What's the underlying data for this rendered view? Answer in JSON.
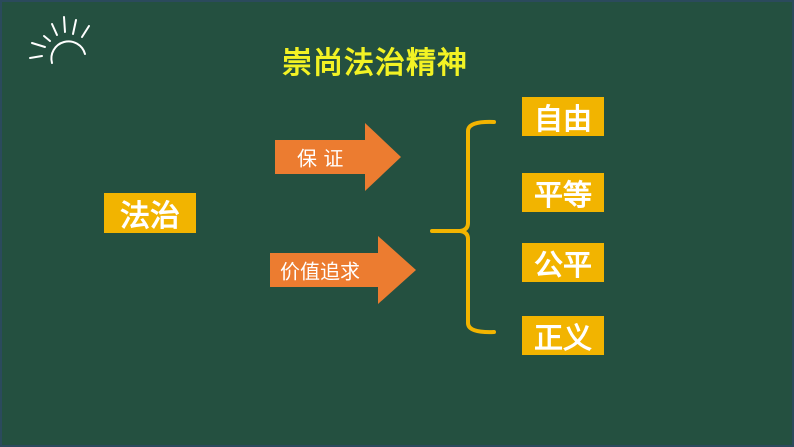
{
  "title": "崇尚法治精神",
  "source": "法治",
  "arrows": [
    {
      "label": "保 证"
    },
    {
      "label": "价值追求"
    }
  ],
  "values": [
    "自由",
    "平等",
    "公平",
    "正义"
  ],
  "colors": {
    "background": "#245040",
    "box": "#f2b400",
    "arrow": "#ec7c30",
    "title": "#f2f224"
  }
}
